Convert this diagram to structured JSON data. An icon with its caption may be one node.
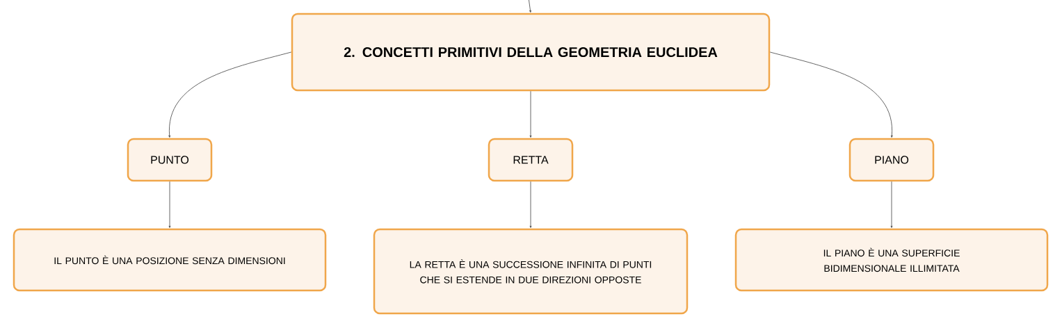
{
  "diagram": {
    "nodes": [
      {
        "text": [
          "2. CONCETTI PRIMITIVI DELLA GEOMETRIA EUCLIDEA"
        ]
      },
      {
        "text": [
          "PUNTO"
        ]
      },
      {
        "text": [
          "RETTA"
        ]
      },
      {
        "text": [
          "PIANO"
        ]
      },
      {
        "text": [
          "IL PUNTO È UNA POSIZIONE SENZA DIMENSIONI"
        ]
      },
      {
        "text": [
          "LA RETTA È UNA SUCCESSIONE INFINITA DI PUNTI CHE SI ESTENDE IN DUE DIREZIONI OPPOSTE"
        ]
      },
      {
        "text": [
          "IL PIANO È UNA SUPERFICIE BIDIMENSIONALE ILLIMITATA"
        ]
      }
    ],
    "edges": [
      {
        "from": null,
        "to": 0,
        "arrow": "to"
      },
      {
        "from": 0,
        "to": 1,
        "arrow": "to"
      },
      {
        "from": 0,
        "to": 2,
        "arrow": "to"
      },
      {
        "from": 0,
        "to": 3,
        "arrow": "to"
      },
      {
        "from": 1,
        "to": 4,
        "arrow": "to"
      },
      {
        "from": 2,
        "to": 5,
        "arrow": "to"
      },
      {
        "from": 3,
        "to": 6,
        "arrow": "to"
      }
    ]
  }
}
